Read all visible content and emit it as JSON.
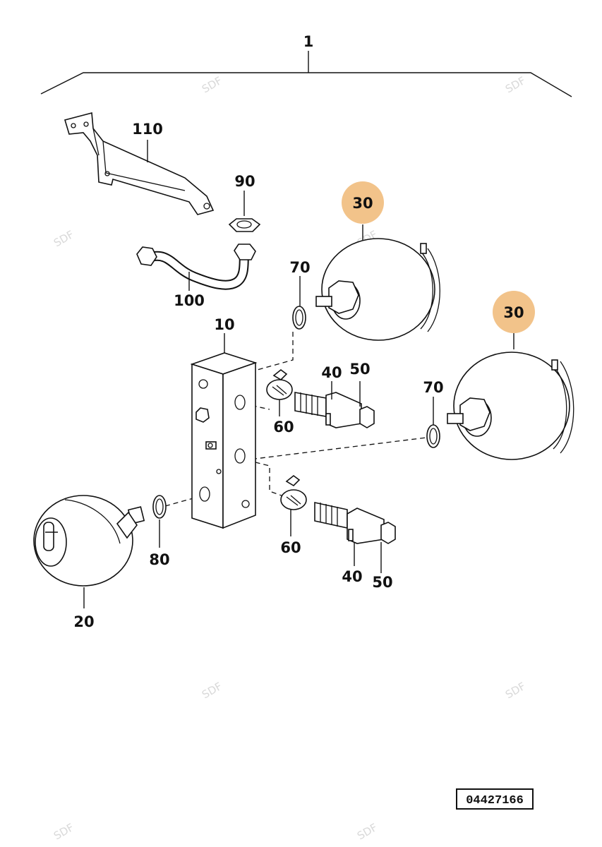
{
  "diagram": {
    "labels": {
      "assembly": "1",
      "bracket": "110",
      "nut": "90",
      "pipe": "100",
      "sphere_a": "30",
      "sphere_b": "30",
      "seal_a": "70",
      "seal_b": "70",
      "block": "10",
      "valve_a": "40",
      "cap_a": "50",
      "clip_a": "60",
      "valve_b": "40",
      "cap_b": "50",
      "clip_b": "60",
      "seal_c": "80",
      "sphere_c": "20"
    },
    "highlight_color": "#f2c38a",
    "highlighted_parts": [
      "30"
    ],
    "reference_number": "04427166",
    "watermark_text": "SDF"
  }
}
